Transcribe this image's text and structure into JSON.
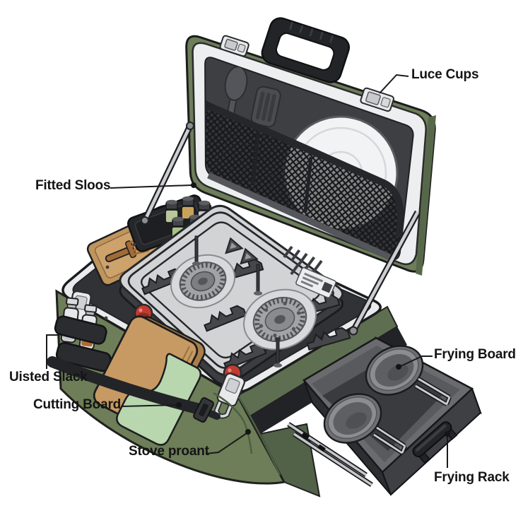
{
  "figure": {
    "subject": "Portable camp kitchen box illustration: open lid with mesh pocket, plate and utensils, two-burner stove, spice jars, cutting board, bottle rack and pull-out drawer with pans",
    "background_color": "#ffffff",
    "labels": [
      {
        "id": "luce-cups",
        "text": "Luce Cups"
      },
      {
        "id": "fitted-sloos",
        "text": "Fitted Sloos"
      },
      {
        "id": "uisted-slack",
        "text": "Uisted Slack"
      },
      {
        "id": "cutting-board",
        "text": "Cutting Board"
      },
      {
        "id": "stove-proant",
        "text": "Stove proant"
      },
      {
        "id": "frying-board",
        "text": "Frying Board"
      },
      {
        "id": "frying-rack",
        "text": "Frying Rack"
      }
    ],
    "colors": {
      "case_green": "#6d7e58",
      "case_green_dark": "#57684a",
      "case_green_side": "#5e6e50",
      "rim_silver": "#eaebed",
      "lid_interior_gray": "#3e3f43",
      "stove_gray": "#d2d3d5",
      "knob_red": "#c23b31",
      "wood": "#c79a63",
      "board_green": "#b8d7ae",
      "mesh_black": "#17181a",
      "drawer_gray": "#4b4c50",
      "outline": "#1b1c1e",
      "label_text": "#141414"
    }
  }
}
